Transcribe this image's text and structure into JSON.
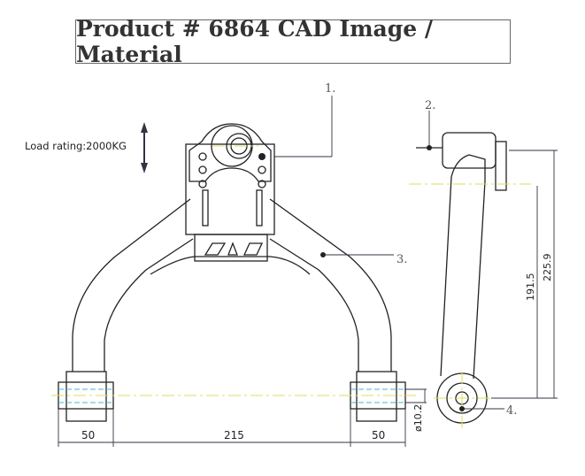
{
  "title": "Product # 6864 CAD Image / Material",
  "load_rating": "Load rating:2000KG",
  "callouts": [
    "1.",
    "2.",
    "3.",
    "4."
  ],
  "dimensions": {
    "left_bushing_width": "50",
    "span": "215",
    "right_bushing_width": "50",
    "bore_diameter": "ø10.2",
    "height_1": "191.5",
    "height_2": "225.9"
  },
  "colors": {
    "centerline": "#dede60",
    "hidden_line": "#3cb8c8",
    "line": "#222222"
  }
}
